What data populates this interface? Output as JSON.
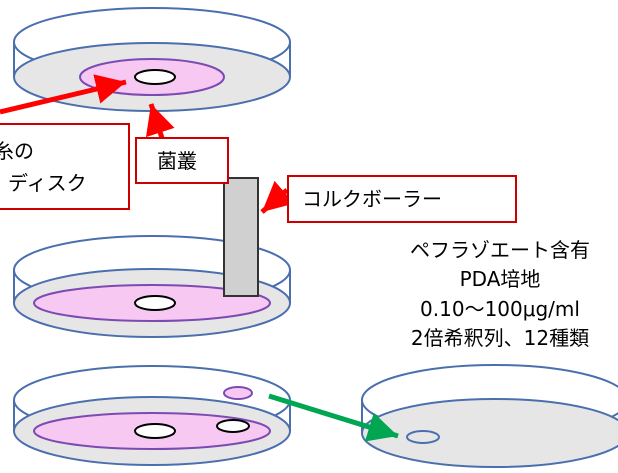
{
  "labels": {
    "disk_line1": "菌糸の",
    "disk_line2": "ディスク",
    "mycelium": "菌叢",
    "cork_borer": "コルクボーラー"
  },
  "note": {
    "line1": "ペフラゾエート含有",
    "line2": "PDA培地",
    "line3": "0.10〜100μg/ml",
    "line4": "2倍希釈列、12種類"
  },
  "colors": {
    "dish_outline": "#4a6fae",
    "dish_fill": "#e6e6e6",
    "mycelium_fill": "#f6c8f2",
    "mycelium_stroke": "#7b4bb3",
    "box_border": "#cc0000",
    "arrow_red": "#ff0000",
    "arrow_green": "#00a651",
    "cork_fill": "#d0d0d0"
  }
}
